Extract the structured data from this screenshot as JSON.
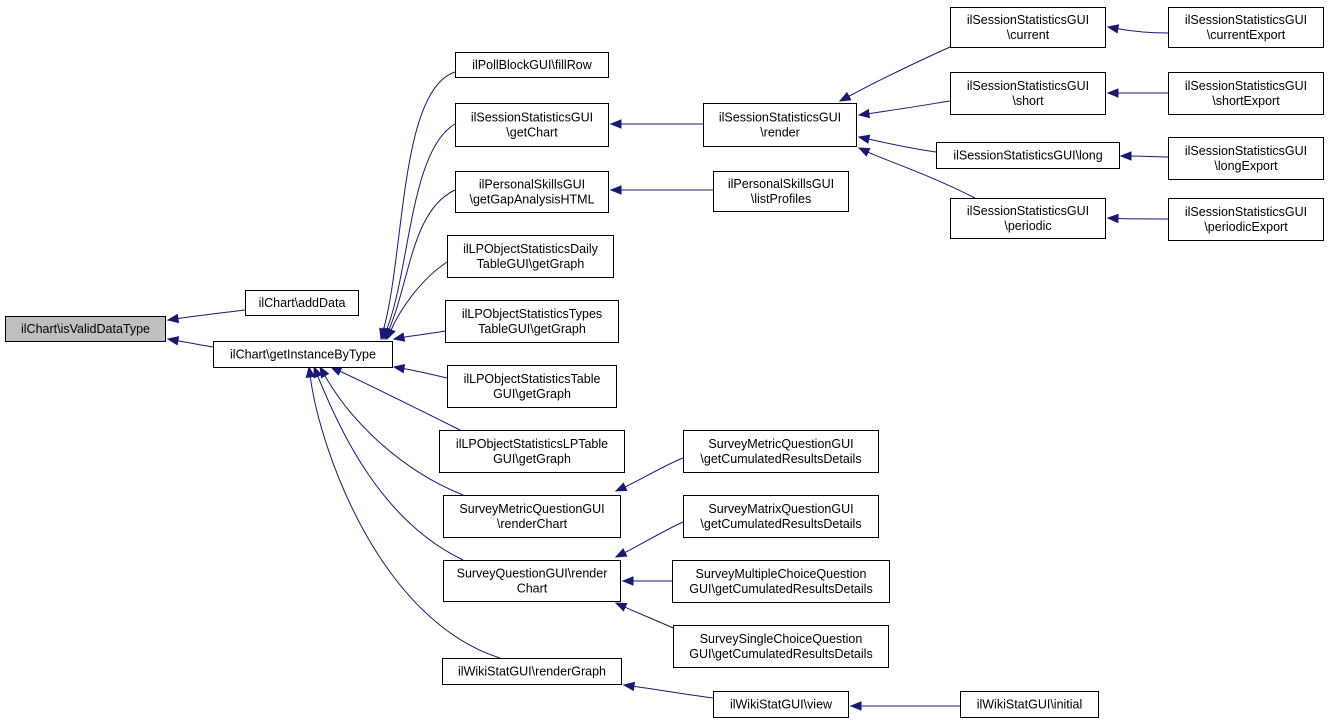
{
  "graph": {
    "type": "call-graph",
    "edge_color": "#191970",
    "root_fill": "#bfbfbf",
    "nodes": [
      {
        "id": "n0",
        "lines": [
          "ilChart\\isValidDataType"
        ],
        "root": true
      },
      {
        "id": "n1",
        "lines": [
          "ilChart\\addData"
        ]
      },
      {
        "id": "n2",
        "lines": [
          "ilChart\\getInstanceByType"
        ]
      },
      {
        "id": "n3",
        "lines": [
          "ilPollBlockGUI\\fillRow"
        ]
      },
      {
        "id": "n4",
        "lines": [
          "ilSessionStatisticsGUI",
          "\\getChart"
        ]
      },
      {
        "id": "n5",
        "lines": [
          "ilPersonalSkillsGUI",
          "\\getGapAnalysisHTML"
        ]
      },
      {
        "id": "n6",
        "lines": [
          "ilLPObjectStatisticsDaily",
          "TableGUI\\getGraph"
        ]
      },
      {
        "id": "n7",
        "lines": [
          "ilLPObjectStatisticsTypes",
          "TableGUI\\getGraph"
        ]
      },
      {
        "id": "n8",
        "lines": [
          "ilLPObjectStatisticsTable",
          "GUI\\getGraph"
        ]
      },
      {
        "id": "n9",
        "lines": [
          "ilLPObjectStatisticsLPTable",
          "GUI\\getGraph"
        ]
      },
      {
        "id": "n10",
        "lines": [
          "SurveyMetricQuestionGUI",
          "\\renderChart"
        ]
      },
      {
        "id": "n11",
        "lines": [
          "SurveyQuestionGUI\\render",
          "Chart"
        ]
      },
      {
        "id": "n12",
        "lines": [
          "ilWikiStatGUI\\renderGraph"
        ]
      },
      {
        "id": "n13",
        "lines": [
          "ilSessionStatisticsGUI",
          "\\render"
        ]
      },
      {
        "id": "n14",
        "lines": [
          "ilPersonalSkillsGUI",
          "\\listProfiles"
        ]
      },
      {
        "id": "n15",
        "lines": [
          "SurveyMetricQuestionGUI",
          "\\getCumulatedResultsDetails"
        ]
      },
      {
        "id": "n16",
        "lines": [
          "SurveyMatrixQuestionGUI",
          "\\getCumulatedResultsDetails"
        ]
      },
      {
        "id": "n17",
        "lines": [
          "SurveyMultipleChoiceQuestion",
          "GUI\\getCumulatedResultsDetails"
        ]
      },
      {
        "id": "n18",
        "lines": [
          "SurveySingleChoiceQuestion",
          "GUI\\getCumulatedResultsDetails"
        ]
      },
      {
        "id": "n19",
        "lines": [
          "ilWikiStatGUI\\view"
        ]
      },
      {
        "id": "n20",
        "lines": [
          "ilSessionStatisticsGUI",
          "\\current"
        ]
      },
      {
        "id": "n21",
        "lines": [
          "ilSessionStatisticsGUI",
          "\\short"
        ]
      },
      {
        "id": "n22",
        "lines": [
          "ilSessionStatisticsGUI\\long"
        ]
      },
      {
        "id": "n23",
        "lines": [
          "ilSessionStatisticsGUI",
          "\\periodic"
        ]
      },
      {
        "id": "n24",
        "lines": [
          "ilWikiStatGUI\\initial"
        ]
      },
      {
        "id": "n25",
        "lines": [
          "ilSessionStatisticsGUI",
          "\\currentExport"
        ]
      },
      {
        "id": "n26",
        "lines": [
          "ilSessionStatisticsGUI",
          "\\shortExport"
        ]
      },
      {
        "id": "n27",
        "lines": [
          "ilSessionStatisticsGUI",
          "\\longExport"
        ]
      },
      {
        "id": "n28",
        "lines": [
          "ilSessionStatisticsGUI",
          "\\periodicExport"
        ]
      }
    ],
    "edges": [
      {
        "from": "n1",
        "to": "n0"
      },
      {
        "from": "n2",
        "to": "n0"
      },
      {
        "from": "n3",
        "to": "n2"
      },
      {
        "from": "n4",
        "to": "n2"
      },
      {
        "from": "n5",
        "to": "n2"
      },
      {
        "from": "n6",
        "to": "n2"
      },
      {
        "from": "n7",
        "to": "n2"
      },
      {
        "from": "n8",
        "to": "n2"
      },
      {
        "from": "n9",
        "to": "n2"
      },
      {
        "from": "n10",
        "to": "n2"
      },
      {
        "from": "n11",
        "to": "n2"
      },
      {
        "from": "n12",
        "to": "n2"
      },
      {
        "from": "n13",
        "to": "n4"
      },
      {
        "from": "n14",
        "to": "n5"
      },
      {
        "from": "n15",
        "to": "n10"
      },
      {
        "from": "n16",
        "to": "n11"
      },
      {
        "from": "n17",
        "to": "n11"
      },
      {
        "from": "n18",
        "to": "n11"
      },
      {
        "from": "n19",
        "to": "n12"
      },
      {
        "from": "n20",
        "to": "n13"
      },
      {
        "from": "n21",
        "to": "n13"
      },
      {
        "from": "n22",
        "to": "n13"
      },
      {
        "from": "n23",
        "to": "n13"
      },
      {
        "from": "n24",
        "to": "n19"
      },
      {
        "from": "n25",
        "to": "n20"
      },
      {
        "from": "n26",
        "to": "n21"
      },
      {
        "from": "n27",
        "to": "n22"
      },
      {
        "from": "n28",
        "to": "n23"
      }
    ]
  }
}
